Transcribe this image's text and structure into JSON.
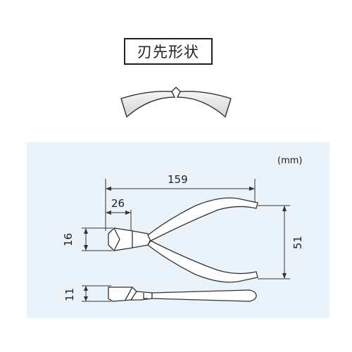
{
  "title_label": "刃先形状",
  "panel": {
    "background": "#eaf3fa",
    "unit_label": "(mm)"
  },
  "dimensions": {
    "overall_length": "159",
    "head_length": "26",
    "head_height": "16",
    "handle_span": "51",
    "thickness": "11"
  }
}
